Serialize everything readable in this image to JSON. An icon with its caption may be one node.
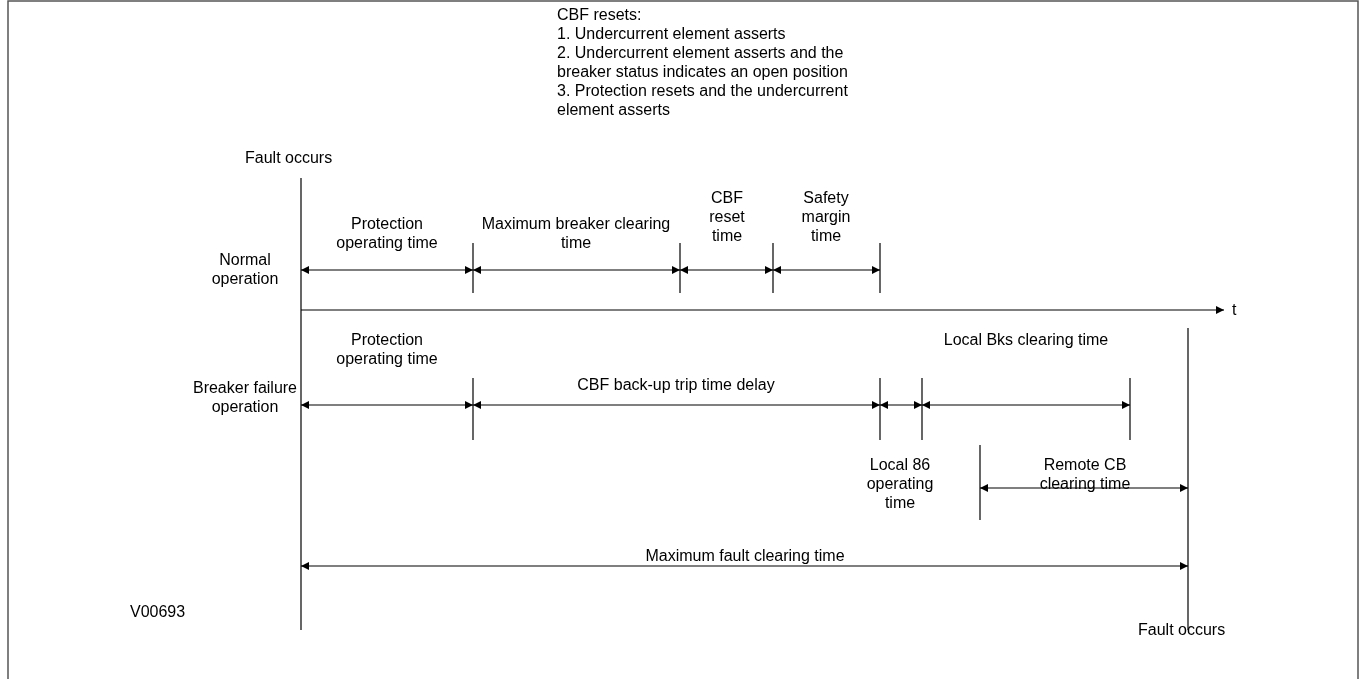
{
  "diagram": {
    "labels": [
      "CBF resets:",
      "1.  Undercurrent element asserts",
      "2.  Undercurrent element asserts and the breaker status indicates an open position",
      "3.  Protection resets and the undercurrent element asserts",
      "Fault occurs",
      "Protection operating time",
      "Maximum breaker clearing time",
      "CBF reset time",
      "Safety margin time",
      "Normal operation",
      "t",
      "Protection operating time",
      "CBF back-up trip time delay",
      "Local Bks clearing time",
      "Breaker failure operation",
      "Local 86 operating time",
      "Remote CB clearing time",
      "Maximum fault clearing time",
      "V00693",
      "Fault occurs"
    ]
  }
}
